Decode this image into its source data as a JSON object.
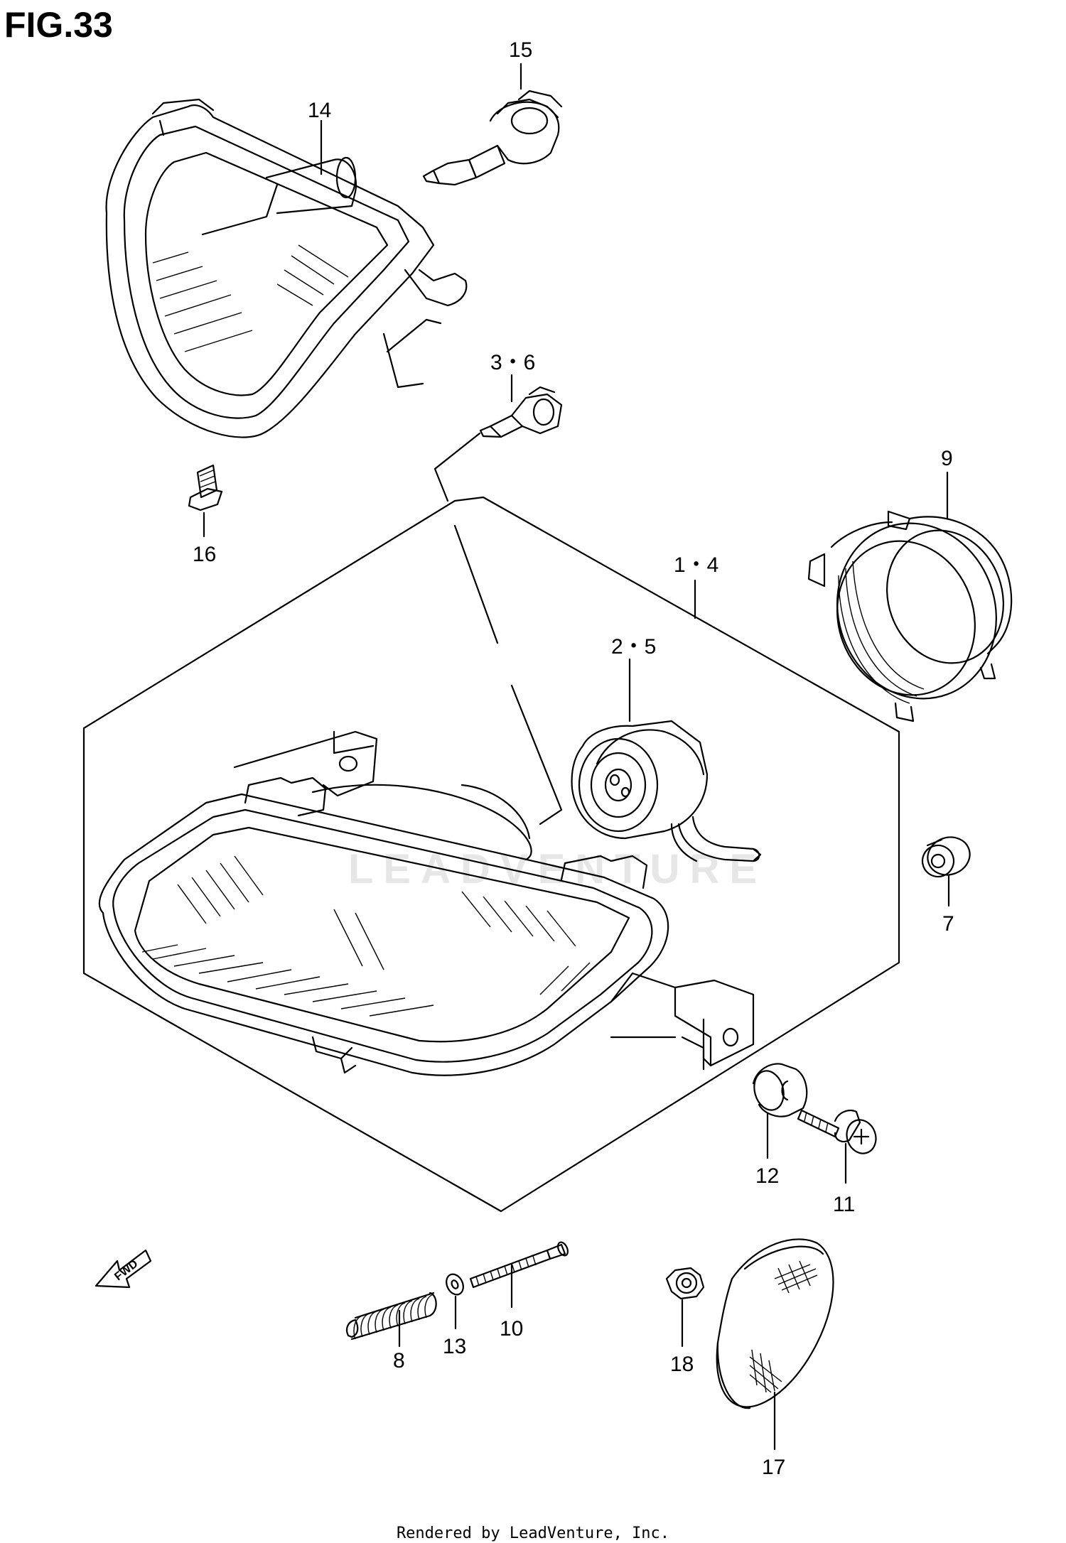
{
  "figure": {
    "title": "FIG.33",
    "footer": "Rendered by LeadVenture, Inc.",
    "watermark": "LEADVENTURE"
  },
  "callouts": [
    {
      "id": "c15",
      "label": "15"
    },
    {
      "id": "c14",
      "label": "14"
    },
    {
      "id": "c36",
      "label": "3・6"
    },
    {
      "id": "c16",
      "label": "16"
    },
    {
      "id": "c9",
      "label": "9"
    },
    {
      "id": "c14b",
      "label": "1・4"
    },
    {
      "id": "c25",
      "label": "2・5"
    },
    {
      "id": "c7",
      "label": "7"
    },
    {
      "id": "c12",
      "label": "12"
    },
    {
      "id": "c11",
      "label": "11"
    },
    {
      "id": "c10",
      "label": "10"
    },
    {
      "id": "c13",
      "label": "13"
    },
    {
      "id": "c8",
      "label": "8"
    },
    {
      "id": "c18",
      "label": "18"
    },
    {
      "id": "c17",
      "label": "17"
    }
  ],
  "fwd_arrow": {
    "label": "FWD"
  }
}
